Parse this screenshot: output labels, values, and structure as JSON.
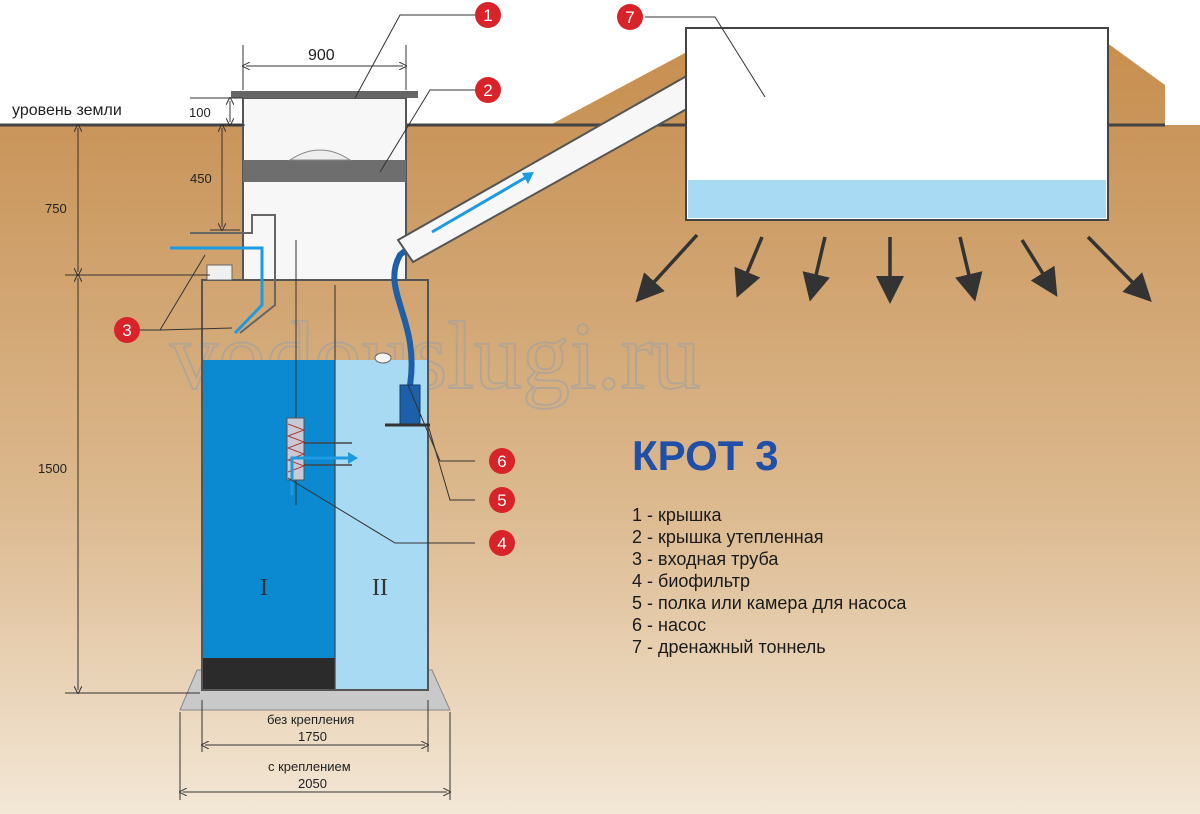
{
  "diagram": {
    "title": "КРОТ 3",
    "ground_label": "уровень земли",
    "watermark": "vodouslugi.ru",
    "dimensions": {
      "d900": "900",
      "d100": "100",
      "d450": "450",
      "d750": "750",
      "d1500": "1500",
      "d1750": "1750",
      "d2050": "2050",
      "label_without": "без крепления",
      "label_with": "с креплением"
    },
    "chambers": [
      "I",
      "II"
    ],
    "markers": [
      "1",
      "2",
      "3",
      "4",
      "5",
      "6",
      "7"
    ],
    "legend": [
      "1 - крышка",
      "2 - крышка утепленная",
      "3 - входная труба",
      "4 - биофильтр",
      "5 - полка или камера для насоса",
      "6 - насос",
      "7 - дренажный тоннель"
    ],
    "colors": {
      "soil": "#d2a36b",
      "water_dark": "#0b89d1",
      "water_light": "#a9daf3",
      "marker": "#d8232a",
      "title": "#1f4fa6",
      "flow_arrow": "#1d9be0"
    }
  }
}
